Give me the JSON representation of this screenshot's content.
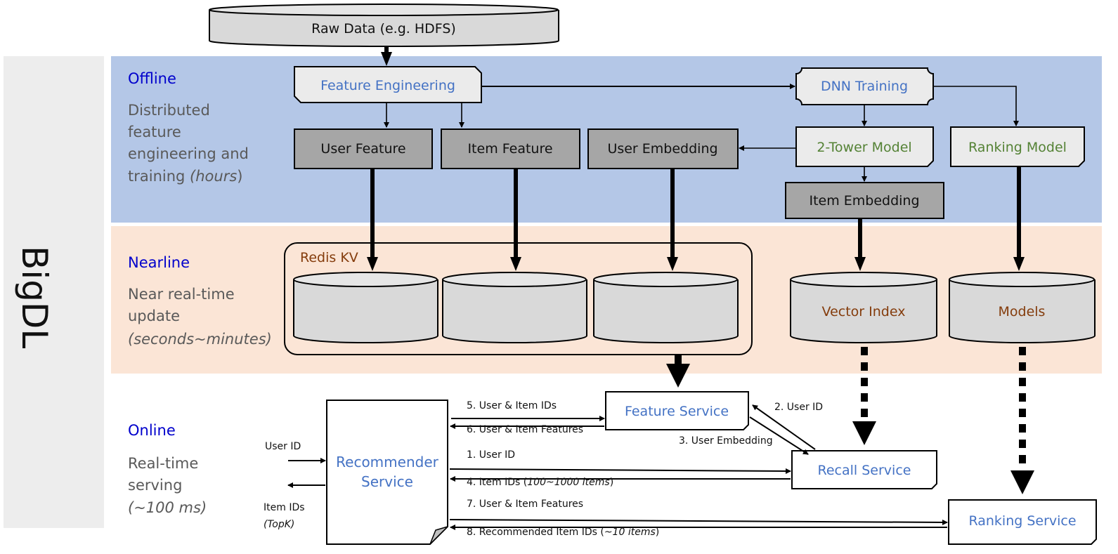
{
  "brand": "BigDL",
  "colors": {
    "offline_band": "#b4c7e7",
    "nearline_band": "#fbe5d6",
    "side_band": "#ededed",
    "service_text": "#4472c4",
    "model_text": "#548235",
    "store_text": "#843c0c",
    "tier_label": "#0000cc",
    "gray_box": "#a6a6a6",
    "light_box": "#ebebeb"
  },
  "raw_data": "Raw Data (e.g. HDFS)",
  "tiers": {
    "offline": {
      "title": "Offline",
      "desc1": "Distributed",
      "desc2": "feature",
      "desc3": "engineering  and",
      "desc4": "training ",
      "desc4_italic": "(hours",
      ")": ")"
    },
    "nearline": {
      "title": "Nearline",
      "desc1": "Near real-time",
      "desc2": "update",
      "desc3_italic": "(seconds~minutes)"
    },
    "online": {
      "title": "Online",
      "desc1": "Real-time",
      "desc2": "serving",
      "desc3_italic": "(~100 ms)"
    }
  },
  "offline": {
    "feature_engineering": "Feature Engineering",
    "dnn_training": "DNN Training",
    "user_feature": "User Feature",
    "item_feature": "Item Feature",
    "user_embedding": "User Embedding",
    "two_tower_model": "2-Tower Model",
    "ranking_model": "Ranking Model",
    "item_embedding": "Item Embedding"
  },
  "nearline": {
    "redis_kv": "Redis KV",
    "vector_index": "Vector Index",
    "models": "Models"
  },
  "online": {
    "recommender_service_1": "Recommender",
    "recommender_service_2": "Service",
    "feature_service": "Feature Service",
    "recall_service": "Recall Service",
    "ranking_service": "Ranking Service",
    "input_user_id": "User ID",
    "output_item_ids": "Item IDs",
    "output_topk": "(TopK)",
    "msg5": "5. User & Item IDs",
    "msg6": "6. User & Item Features",
    "msg2": "2. User ID",
    "msg3": "3. User Embedding",
    "msg1": "1. User ID",
    "msg4": "4. Item IDs (",
    "msg4_italic": "100~1000 items",
    "msg4_end": ")",
    "msg7": "7. User & Item Features",
    "msg8": "8. Recommended Item IDs (",
    "msg8_italic": "~10 items",
    "msg8_end": ")"
  }
}
